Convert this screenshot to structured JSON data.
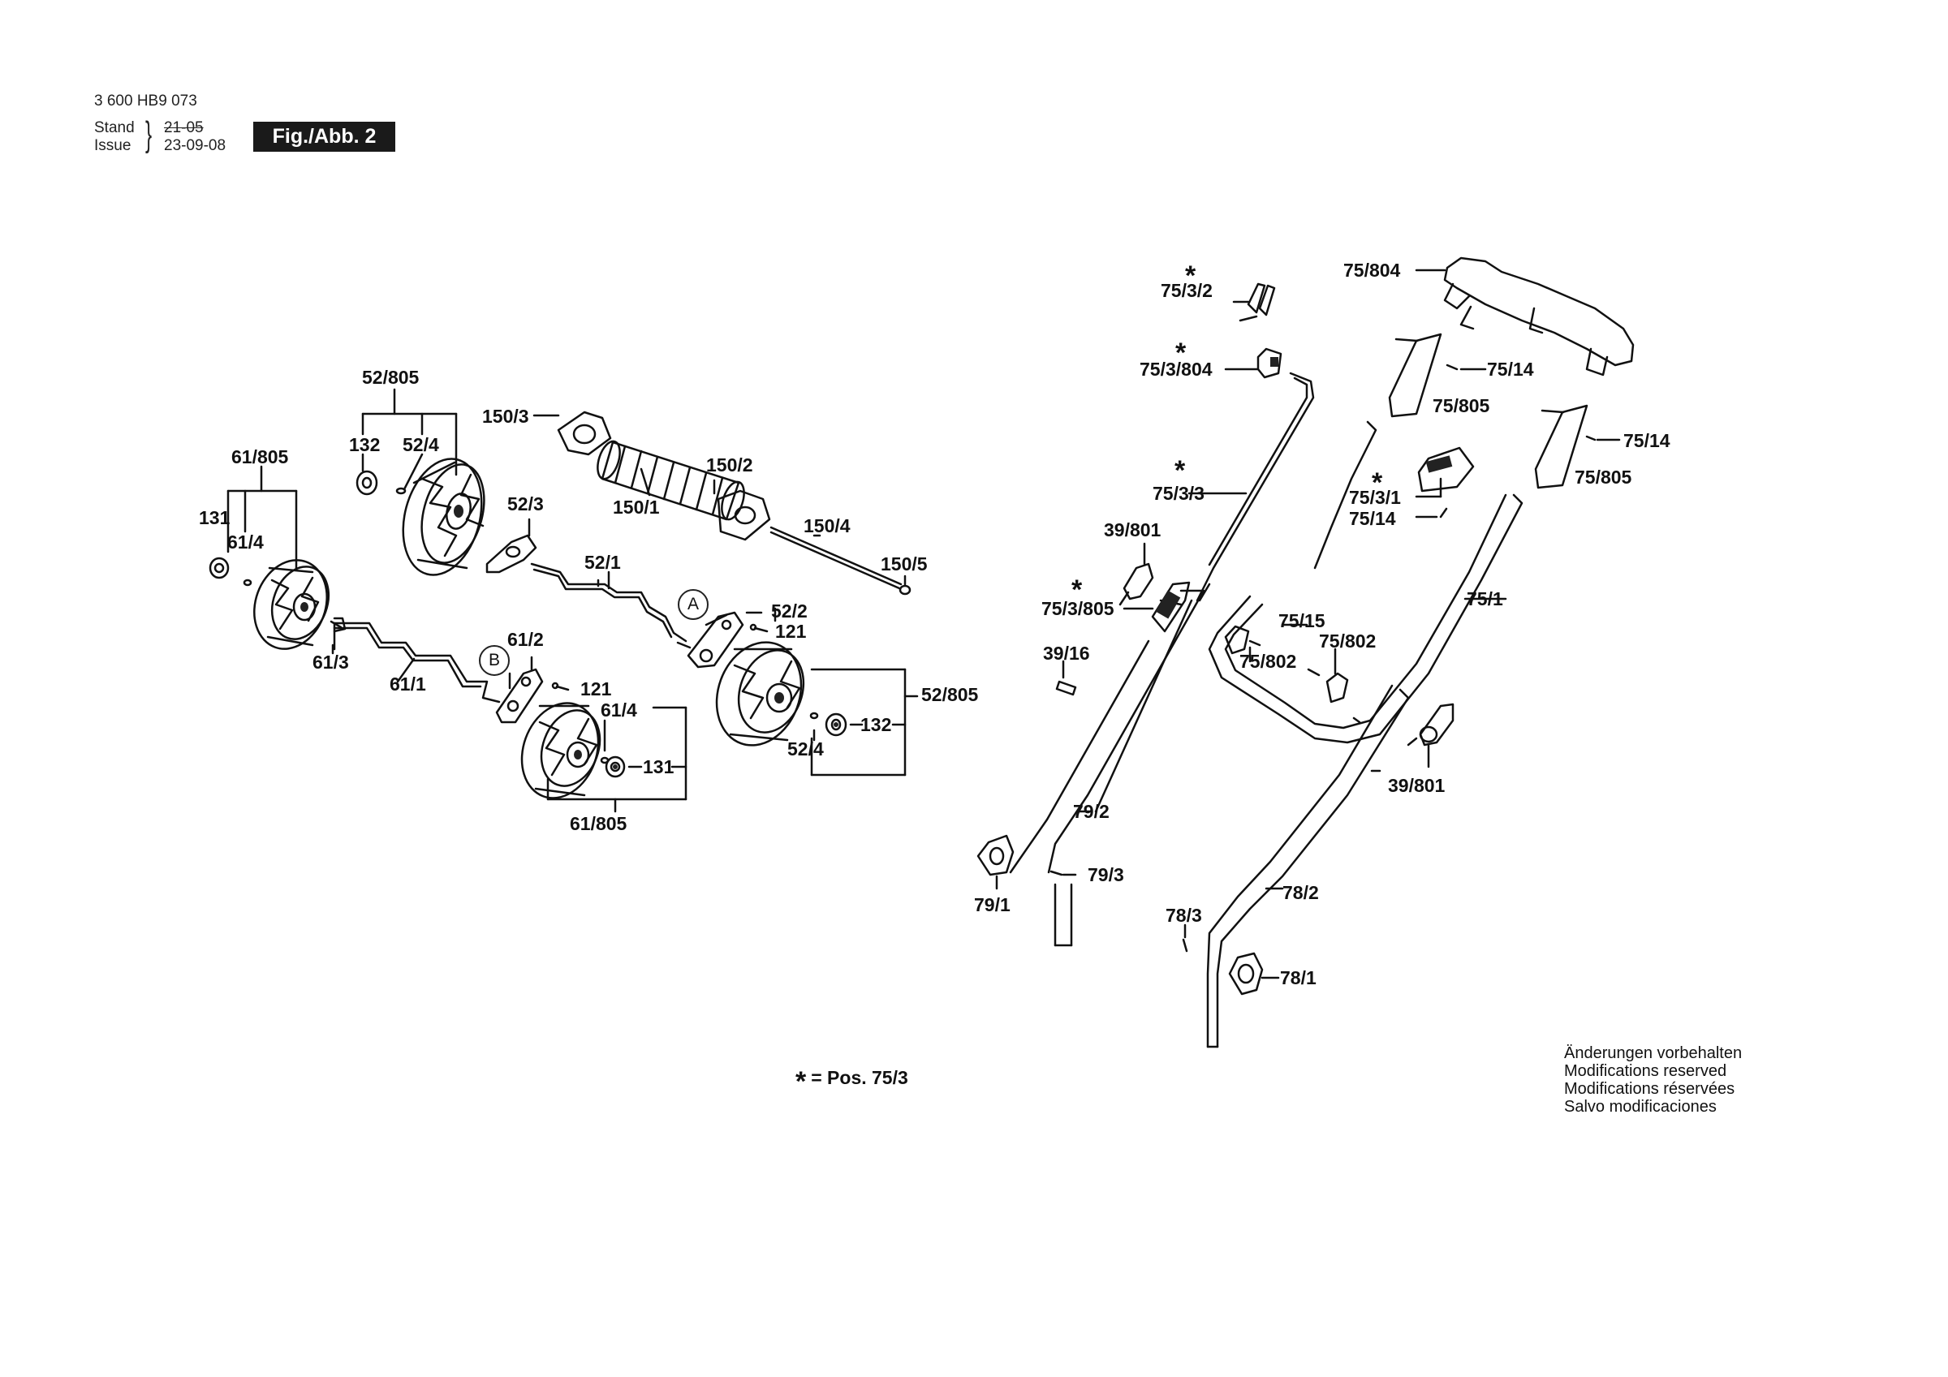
{
  "header": {
    "doc_number": "3 600 HB9 073",
    "stand_label": "Stand",
    "issue_label": "Issue",
    "stand_date": "21-05",
    "issue_date": "23-09-08",
    "figure_label": "Fig./Abb. 2"
  },
  "callouts": {
    "A": "A",
    "B": "B"
  },
  "parts": {
    "p52_805_top": "52/805",
    "p132_top": "132",
    "p52_4_top": "52/4",
    "p61_805_left": "61/805",
    "p131_left": "131",
    "p61_4_left": "61/4",
    "p150_3": "150/3",
    "p150_2": "150/2",
    "p150_1": "150/1",
    "p150_4": "150/4",
    "p150_5": "150/5",
    "p52_3": "52/3",
    "p52_1": "52/1",
    "p52_2": "52/2",
    "p121_a": "121",
    "p61_3": "61/3",
    "p61_1": "61/1",
    "p61_2": "61/2",
    "p121_b": "121",
    "p52_805_right": "52/805",
    "p132_right": "132",
    "p52_4_bottom": "52/4",
    "p61_4_mid": "61/4",
    "p131_mid": "131",
    "p61_805_bottom": "61/805",
    "p75_3_2": "75/3/2",
    "p75_3_804": "75/3/804",
    "p75_804": "75/804",
    "p75_14_a": "75/14",
    "p75_805_a": "75/805",
    "p75_14_b": "75/14",
    "p75_805_b": "75/805",
    "p75_3_3": "75/3/3",
    "p75_3_1": "75/3/1",
    "p75_14_c": "75/14",
    "p39_801_left": "39/801",
    "p75_3_805": "75/3/805",
    "p75_1": "75/1",
    "p75_15": "75/15",
    "p75_802_a": "75/802",
    "p75_802_b": "75/802",
    "p39_16": "39/16",
    "p39_801_right": "39/801",
    "p79_2": "79/2",
    "p79_3": "79/3",
    "p79_1": "79/1",
    "p78_2": "78/2",
    "p78_3": "78/3",
    "p78_1": "78/1"
  },
  "footnote": {
    "symbol": "*",
    "text": "= Pos.  75/3"
  },
  "notes": [
    "Änderungen vorbehalten",
    "Modifications reserved",
    "Modifications réservées",
    "Salvo modificaciones"
  ]
}
